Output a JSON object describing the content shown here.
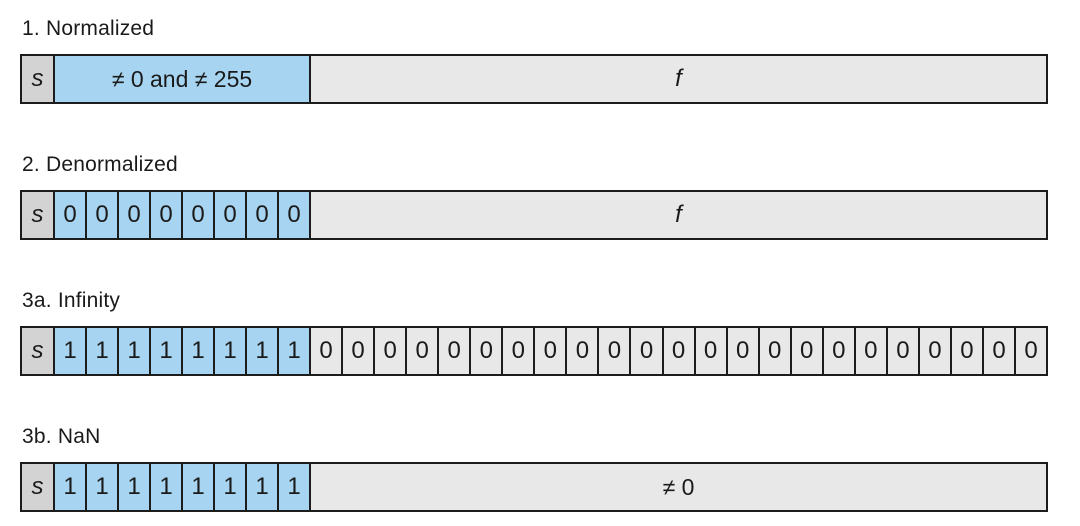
{
  "diagram": {
    "title": "floating-point-value-categories",
    "colors": {
      "exp_field": "#a7d4f0",
      "frac_field": "#e8e8e8",
      "sign_field": "#d3d3d3",
      "border": "#1c1c1c",
      "background": "#ffffff",
      "text": "#1a1a1a"
    },
    "rows": [
      {
        "id": "normalized",
        "label": "1. Normalized",
        "sign_label": "s",
        "segments": [
          {
            "kind": "exp-merged",
            "text": "≠ 0 and ≠ 255",
            "italic": false
          },
          {
            "kind": "frac-merged",
            "text": "f",
            "italic": true
          }
        ]
      },
      {
        "id": "denormalized",
        "label": "2. Denormalized",
        "sign_label": "s",
        "segments": [
          {
            "kind": "exp-bits",
            "bits": [
              "0",
              "0",
              "0",
              "0",
              "0",
              "0",
              "0",
              "0"
            ]
          },
          {
            "kind": "frac-merged",
            "text": "f",
            "italic": true
          }
        ]
      },
      {
        "id": "infinity",
        "label": "3a. Infinity",
        "sign_label": "s",
        "segments": [
          {
            "kind": "exp-bits",
            "bits": [
              "1",
              "1",
              "1",
              "1",
              "1",
              "1",
              "1",
              "1"
            ]
          },
          {
            "kind": "frac-bits",
            "bits": [
              "0",
              "0",
              "0",
              "0",
              "0",
              "0",
              "0",
              "0",
              "0",
              "0",
              "0",
              "0",
              "0",
              "0",
              "0",
              "0",
              "0",
              "0",
              "0",
              "0",
              "0",
              "0",
              "0"
            ]
          }
        ]
      },
      {
        "id": "nan",
        "label": "3b. NaN",
        "sign_label": "s",
        "segments": [
          {
            "kind": "exp-bits",
            "bits": [
              "1",
              "1",
              "1",
              "1",
              "1",
              "1",
              "1",
              "1"
            ]
          },
          {
            "kind": "frac-merged",
            "text": "≠ 0",
            "italic": false
          }
        ]
      }
    ]
  }
}
